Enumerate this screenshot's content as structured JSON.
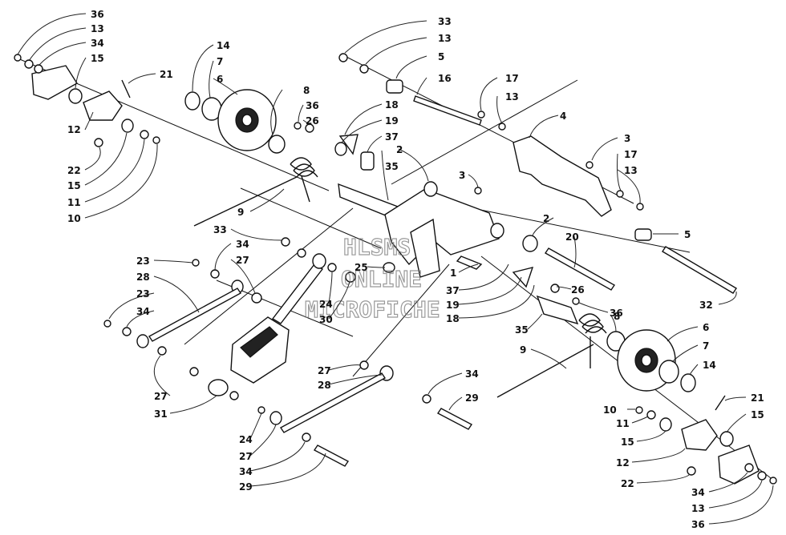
{
  "watermark": [
    "HLSMS",
    "ONLINE",
    "MICROFICHE"
  ],
  "labels": {
    "l36a": "36",
    "l13a": "13",
    "l34a": "34",
    "l15a": "15",
    "l21a": "21",
    "l12a": "12",
    "l22a": "22",
    "l15b": "15",
    "l11a": "11",
    "l10a": "10",
    "l14a": "14",
    "l7a": "7",
    "l6a": "6",
    "l8a": "8",
    "l36b": "36",
    "l26a": "26",
    "l18a": "18",
    "l19a": "19",
    "l37a": "37",
    "l35a": "35",
    "l2a": "2",
    "l3a": "3",
    "l9a": "9",
    "l33a": "33",
    "l13b": "13",
    "l5a": "5",
    "l16a": "16",
    "l17a": "17",
    "l13c": "13",
    "l4a": "4",
    "l3b": "3",
    "l17b": "17",
    "l13d": "13",
    "l5b": "5",
    "l32a": "32",
    "l2b": "2",
    "l20a": "20",
    "l1a": "1",
    "l37b": "37",
    "l19b": "19",
    "l18b": "18",
    "l26b": "26",
    "l36c": "36",
    "l8b": "8",
    "l6b": "6",
    "l7b": "7",
    "l14b": "14",
    "l35b": "35",
    "l9b": "9",
    "l33b": "33",
    "l34b": "34",
    "l27a": "27",
    "l23a": "23",
    "l28a": "28",
    "l23b": "23",
    "l34c": "34",
    "l25a": "25",
    "l24a": "24",
    "l30a": "30",
    "l27b": "27",
    "l31a": "31",
    "l27c": "27",
    "l28b": "28",
    "l34d": "34",
    "l29a": "29",
    "l24b": "24",
    "l27d": "27",
    "l34e": "34",
    "l29b": "29",
    "l10b": "10",
    "l11b": "11",
    "l15c": "15",
    "l12b": "12",
    "l22b": "22",
    "l21b": "21",
    "l15d": "15",
    "l34f": "34",
    "l13e": "13",
    "l36d": "36"
  }
}
